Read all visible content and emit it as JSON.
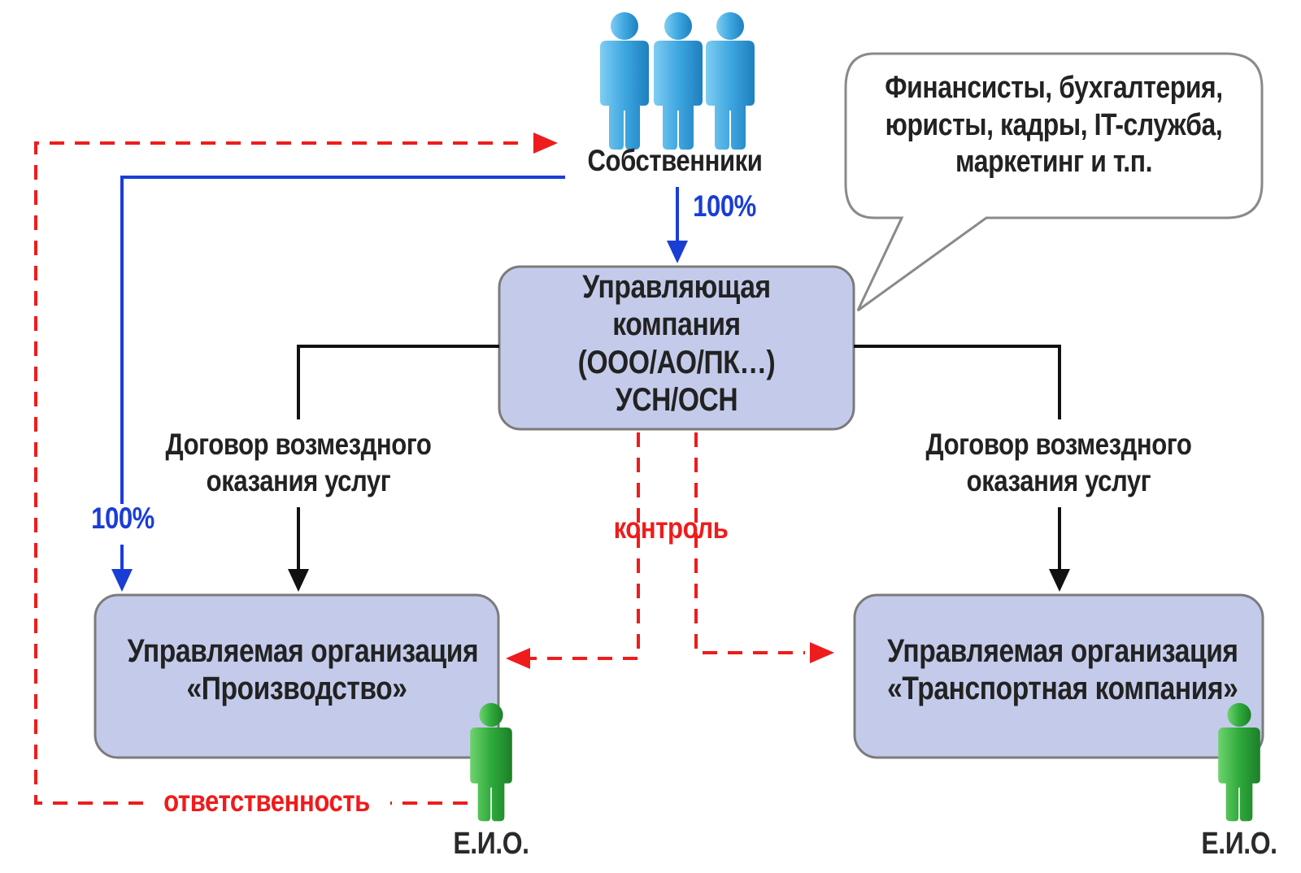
{
  "owners": {
    "label": "Собственники",
    "icon": "people-group-icon",
    "icon_color": "#3ea7e0"
  },
  "speech_bubble": {
    "lines": [
      "Финансисты, бухгалтерия,",
      "юристы, кадры, IT-служба,",
      "маркетинг и т.п."
    ]
  },
  "management_company": {
    "lines": [
      "Управляющая",
      "компания",
      "(ООО/АО/ПК…)",
      "УСН/ОСН"
    ],
    "fill": "#c4cbea"
  },
  "contracts": {
    "left": [
      "Договор возмездного",
      "оказания услуг"
    ],
    "right": [
      "Договор возмездного",
      "оказания услуг"
    ]
  },
  "ownership": {
    "to_management": "100%",
    "to_production": "100%",
    "color": "#1a3dd6"
  },
  "control_label": "контроль",
  "responsibility_label": "ответственность",
  "managed_orgs": [
    {
      "line1": "Управляемая организация",
      "line2": "«Производство»",
      "manager": "Е.И.О."
    },
    {
      "line1": "Управляемая организация",
      "line2": "«Транспортная компания»",
      "manager": "Е.И.О."
    }
  ],
  "manager_icon": "person-icon",
  "manager_icon_color": "#2eaa3c",
  "accent_red": "#ee1c1c"
}
